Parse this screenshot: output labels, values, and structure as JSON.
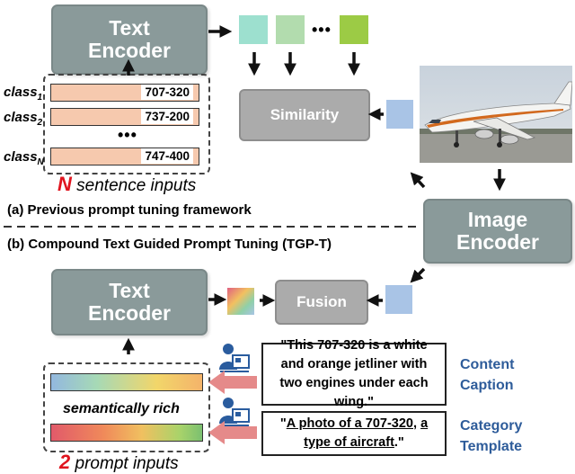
{
  "encoders": {
    "text_top": "Text\nEncoder",
    "text_bottom": "Text\nEncoder",
    "image": "Image\nEncoder"
  },
  "previous": {
    "classes": [
      {
        "base": "class",
        "sub": "1",
        "code": "707-320"
      },
      {
        "base": "class",
        "sub": "2",
        "code": "737-200"
      },
      {
        "base": "class",
        "sub": "N",
        "code": "747-400"
      }
    ],
    "ellipsis_rows": "•••",
    "ellipsis_features": "•••",
    "input_count": "N",
    "input_caption": " sentence inputs",
    "similarity_label": "Similarity",
    "feature_colors": [
      "#9de0cf",
      "#b2dcae",
      "#9ccb45"
    ]
  },
  "section_a_label": "(a) Previous prompt tuning framework",
  "section_b_label": "(b) Compound Text Guided Prompt Tuning (TGP-T)",
  "tgpt": {
    "fusion_label": "Fusion",
    "rich_label": "semantically rich",
    "input_count": "2",
    "input_caption": " prompt inputs",
    "content_caption_quote": "\"This 707-320 is a white and orange jetliner with two engines under each wing.\"",
    "category_template_pre": "\"",
    "category_template_link1": "A photo of a 707-320",
    "category_template_mid": ", ",
    "category_template_link2": "a type of aircraft",
    "category_template_post": ".\"",
    "content_label": "Content\nCaption",
    "category_label": "Category\nTemplate"
  },
  "colors": {
    "encoder": "#8a9a9a",
    "image_feature": "#a9c4e6",
    "accent_red": "#e0141e",
    "label_blue": "#2e5c9a",
    "arrow_pink": "#e58a8a"
  }
}
